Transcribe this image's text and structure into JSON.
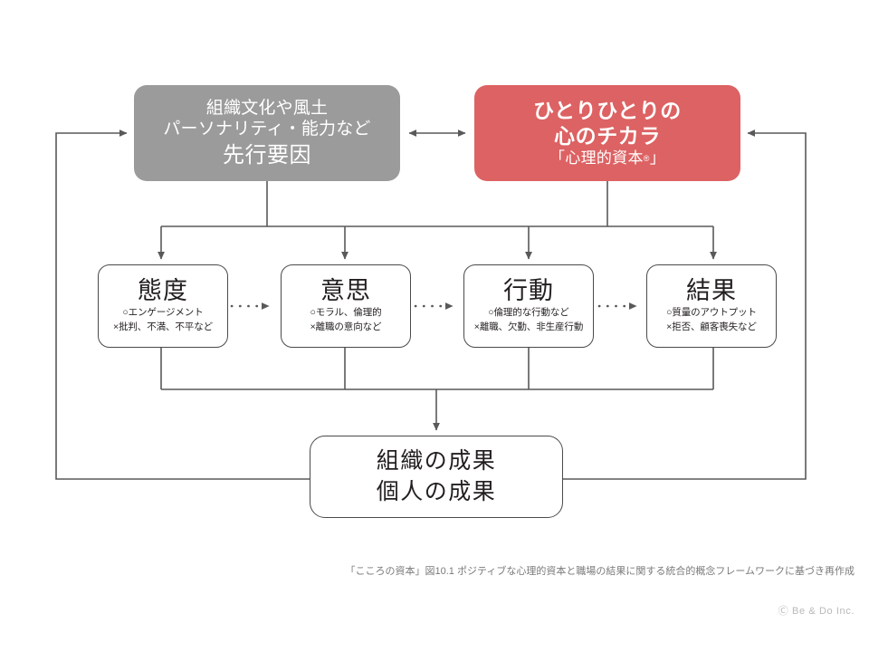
{
  "diagram": {
    "title": "Psychological Capital Framework",
    "colors": {
      "antecedent_fill": "#9b9b9b",
      "psycap_fill": "#dd6263",
      "stroke": "#4a4a4a",
      "connector": "#595959",
      "caption_text": "#7a7a7a",
      "copyright_text": "#b9b9b9",
      "background": "#ffffff"
    },
    "nodes": {
      "antecedent": {
        "line1": "組織文化や風土",
        "line2": "パーソナリティ・能力など",
        "line3": "先行要因"
      },
      "psycap": {
        "line1": "ひとりひとりの",
        "line2": "心のチカラ",
        "line3_pre": "「心理的資本",
        "line3_mark": "®",
        "line3_post": "」"
      },
      "stages": [
        {
          "title": "態度",
          "positive": "○エンゲージメント",
          "negative": "×批判、不満、不平など"
        },
        {
          "title": "意思",
          "positive": "○モラル、倫理的",
          "negative": "×離職の意向など"
        },
        {
          "title": "行動",
          "positive": "○倫理的な行動など",
          "negative": "×離職、欠勤、非生産行動"
        },
        {
          "title": "結果",
          "positive": "○質量のアウトプット",
          "negative": "×拒否、顧客喪失など"
        }
      ],
      "outcome": {
        "line1": "組織の成果",
        "line2": "個人の成果"
      }
    },
    "footer": {
      "caption": "「こころの資本」図10.1 ポジティブな心理的資本と職場の結果に関する統合的概念フレームワークに基づき再作成",
      "copyright": "Ⓒ Be & Do Inc."
    }
  }
}
